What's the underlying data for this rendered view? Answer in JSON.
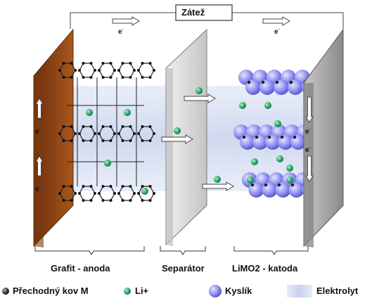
{
  "load_label": "Zátež",
  "electron_symbol": "e",
  "electron_charge": "-",
  "anode_label": "Grafit - anoda",
  "separator_label": "Separátor",
  "cathode_label": "LiMO2 - katoda",
  "legend": {
    "metal": "Přechodný kov M",
    "lithium": "Li+",
    "oxygen": "Kyslík",
    "electrolyte": "Elektrolyt"
  },
  "colors": {
    "anode_plate": "#9c4a17",
    "cathode_plate": "#9a9a9a",
    "separator": "#d9d9d9",
    "electrolyte": "#cfd8ec",
    "lithium": "#2fae6b",
    "oxygen": "#8f8ff0",
    "metal": "#444444"
  }
}
